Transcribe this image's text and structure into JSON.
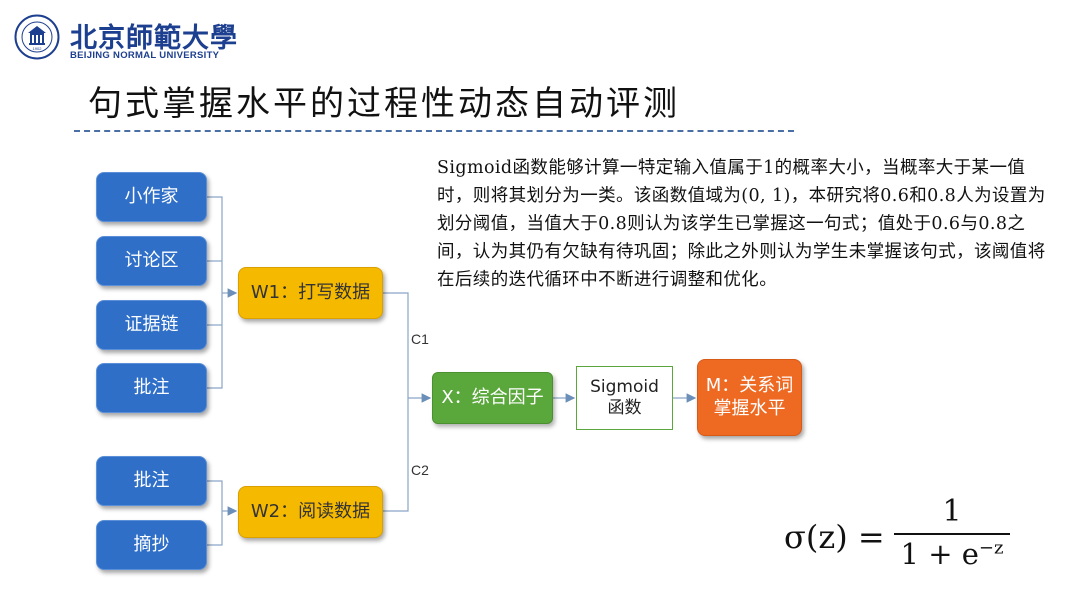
{
  "header": {
    "university_name": "北京師範大學",
    "university_en": "BEIJING NORMAL UNIVERSITY",
    "seal_text": "BEIJING NORMAL UNIVERSITY",
    "seal_year": "1902"
  },
  "title": "句式掌握水平的过程性动态自动评测",
  "diagram": {
    "group1_inputs": [
      "小作家",
      "讨论区",
      "证据链",
      "批注"
    ],
    "group2_inputs": [
      "批注",
      "摘抄"
    ],
    "w1": "W1：打写数据",
    "w2": "W2：阅读数据",
    "c1": "C1",
    "c2": "C2",
    "x": "X：综合因子",
    "sigmoid_line1": "Sigmoid",
    "sigmoid_line2": "函数",
    "m_line1": "M：关系词",
    "m_line2": "掌握水平"
  },
  "description": "Sigmoid函数能够计算一特定输入值属于1的概率大小，当概率大于某一值时，则将其划分为一类。该函数值域为(0, 1)，本研究将0.6和0.8人为设置为划分阈值，当值大于0.8则认为该学生已掌握这一句式；值处于0.6与0.8之间，认为其仍有欠缺有待巩固；除此之外则认为学生未掌握该句式，该阈值将在后续的迭代循环中不断进行调整和优化。",
  "formula": {
    "lhs": "σ(z) =",
    "numerator": "1",
    "denominator": "1 + e",
    "exponent": "−z"
  },
  "colors": {
    "blue": "#2f6fc8",
    "gold": "#f5b900",
    "green": "#5aa83c",
    "orange": "#ee6a23",
    "brand": "#1d3f8f"
  }
}
